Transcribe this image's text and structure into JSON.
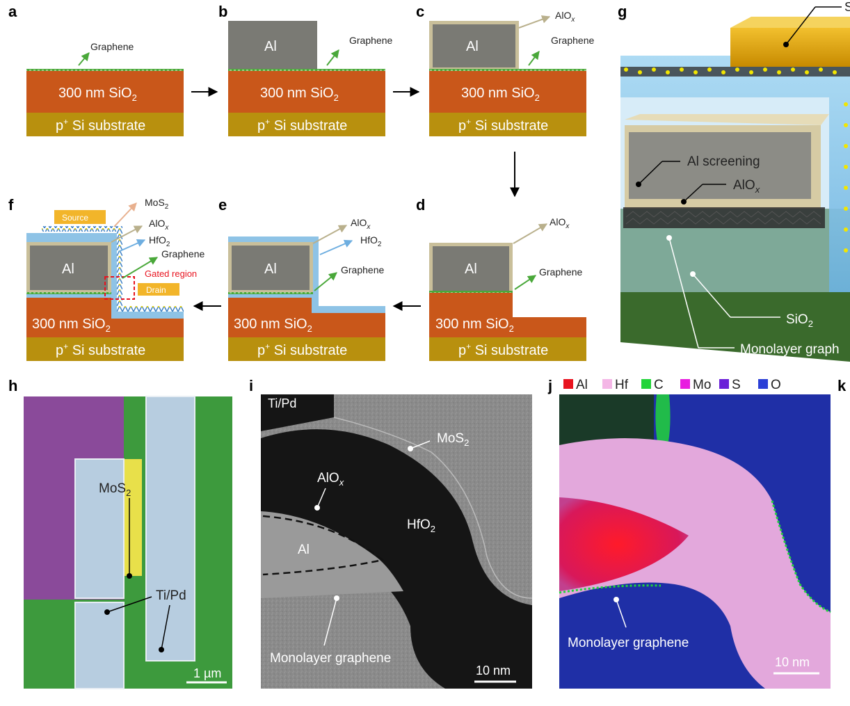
{
  "panels": {
    "a": {
      "letter": "a",
      "graphene": "Graphene",
      "sio2": "300 nm SiO",
      "sio2_sub": "2",
      "si": "p",
      "si_sup": "+",
      "si_rest": " Si substrate"
    },
    "b": {
      "letter": "b",
      "al": "Al",
      "graphene": "Graphene",
      "sio2": "300 nm SiO",
      "sio2_sub": "2",
      "si": "p",
      "si_sup": "+",
      "si_rest": " Si substrate"
    },
    "c": {
      "letter": "c",
      "al": "Al",
      "alox": "AlO",
      "alox_sub": "x",
      "graphene": "Graphene",
      "sio2": "300 nm SiO",
      "sio2_sub": "2",
      "si": "p",
      "si_sup": "+",
      "si_rest": " Si substrate"
    },
    "d": {
      "letter": "d",
      "al": "Al",
      "alox": "AlO",
      "alox_sub": "x",
      "graphene": "Graphene",
      "sio2": "300 nm SiO",
      "sio2_sub": "2",
      "si": "p",
      "si_sup": "+",
      "si_rest": " Si substrate"
    },
    "e": {
      "letter": "e",
      "al": "Al",
      "alox": "AlO",
      "alox_sub": "x",
      "hfo2": "HfO",
      "hfo2_sub": "2",
      "graphene": "Graphene",
      "sio2": "300 nm SiO",
      "sio2_sub": "2",
      "si": "p",
      "si_sup": "+",
      "si_rest": " Si substrate"
    },
    "f": {
      "letter": "f",
      "al": "Al",
      "source": "Source",
      "drain": "Drain",
      "mos2": "MoS",
      "mos2_sub": "2",
      "alox": "AlO",
      "alox_sub": "x",
      "hfo2": "HfO",
      "hfo2_sub": "2",
      "graphene": "Graphene",
      "gated": "Gated region",
      "sio2": "300 nm SiO",
      "sio2_sub": "2",
      "si": "p",
      "si_sup": "+",
      "si_rest": " Si substrate"
    },
    "g": {
      "letter": "g",
      "s": "S",
      "al_screening": "Al screening",
      "alox": "AlO",
      "alox_sub": "x",
      "sio2": "SiO",
      "sio2_sub": "2",
      "monolayer": "Monolayer graph"
    },
    "h": {
      "letter": "h",
      "mos2": "MoS",
      "mos2_sub": "2",
      "tipd": "Ti/Pd",
      "scale": "1 µm"
    },
    "i": {
      "letter": "i",
      "tipd": "Ti/Pd",
      "mos2": "MoS",
      "mos2_sub": "2",
      "alox": "AlO",
      "alox_sub": "x",
      "hfo2": "HfO",
      "hfo2_sub": "2",
      "al": "Al",
      "monolayer": "Monolayer graphene",
      "scale": "10 nm"
    },
    "j": {
      "letter": "j",
      "legend": [
        {
          "label": "Al",
          "color": "#e8131f"
        },
        {
          "label": "Hf",
          "color": "#f4b6e6"
        },
        {
          "label": "C",
          "color": "#22d43a"
        },
        {
          "label": "Mo",
          "color": "#e81ee0"
        },
        {
          "label": "S",
          "color": "#6a1fd8"
        },
        {
          "label": "O",
          "color": "#2b3fd6"
        }
      ],
      "monolayer": "Monolayer graphene",
      "scale": "10 nm"
    },
    "k": {
      "letter": "k"
    }
  },
  "colors": {
    "sio2": "#c9571a",
    "si": "#b8900e",
    "al": "#7a7a74",
    "alox": "#c9bf9a",
    "hfo2": "#8ec3e6",
    "graphene": "#4aa83a",
    "gold": "#e8a800"
  }
}
